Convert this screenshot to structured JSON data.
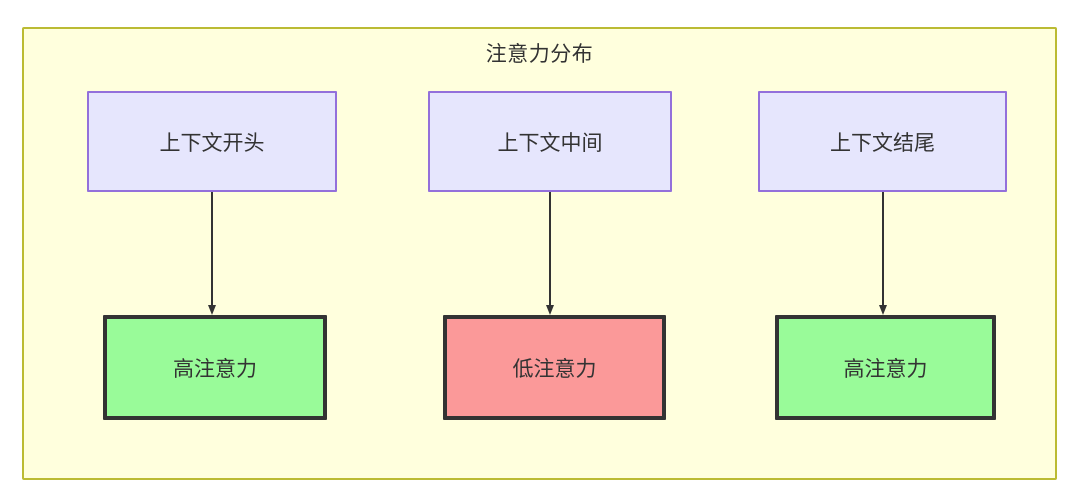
{
  "diagram": {
    "title": "注意力分布",
    "background_color": "#ffffdd",
    "border_color": "#bbbb33",
    "type": "flowchart",
    "nodes": {
      "top_row": [
        {
          "id": "ctx-start",
          "label": "上下文开头",
          "fill": "#e6e6fd",
          "stroke": "#9370db"
        },
        {
          "id": "ctx-middle",
          "label": "上下文中间",
          "fill": "#e6e6fd",
          "stroke": "#9370db"
        },
        {
          "id": "ctx-end",
          "label": "上下文结尾",
          "fill": "#e6e6fd",
          "stroke": "#9370db"
        }
      ],
      "bottom_row": [
        {
          "id": "attn-high-1",
          "label": "高注意力",
          "fill": "#99fb99",
          "stroke": "#333333"
        },
        {
          "id": "attn-low",
          "label": "低注意力",
          "fill": "#fb9999",
          "stroke": "#333333"
        },
        {
          "id": "attn-high-2",
          "label": "高注意力",
          "fill": "#99fb99",
          "stroke": "#333333"
        }
      ]
    },
    "edges": [
      {
        "from": "ctx-start",
        "to": "attn-high-1",
        "arrow": "down"
      },
      {
        "from": "ctx-middle",
        "to": "attn-low",
        "arrow": "down"
      },
      {
        "from": "ctx-end",
        "to": "attn-high-2",
        "arrow": "down"
      }
    ],
    "edge_color": "#333333"
  }
}
